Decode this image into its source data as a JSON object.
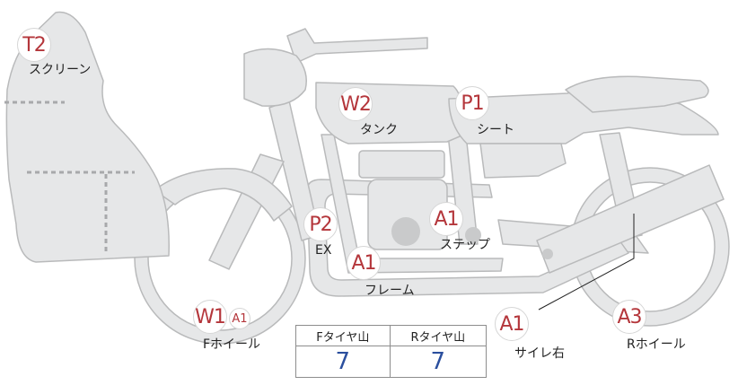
{
  "markers": {
    "t2": "T2",
    "w2": "W2",
    "p1": "P1",
    "p2": "P2",
    "a1_step": "A1",
    "a1_frame": "A1",
    "w1": "W1",
    "a1_small": "A1",
    "a1_right": "A1",
    "a3": "A3"
  },
  "labels": {
    "screen": "スクリーン",
    "tank": "タンク",
    "seat": "シート",
    "ex": "EX",
    "step": "ステップ",
    "frame": "フレーム",
    "front_wheel": "Fホイール",
    "muffler_right": "サイレ右",
    "rear_wheel": "Rホイール"
  },
  "tread_table": {
    "headers": [
      "Fタイヤ山",
      "Rタイヤ山"
    ],
    "values": [
      "7",
      "7"
    ]
  },
  "colors": {
    "body_fill": "#e6e7e8",
    "outline": "#b9babb",
    "marker_text": "#b4363b",
    "table_value": "#2b4f9e"
  }
}
